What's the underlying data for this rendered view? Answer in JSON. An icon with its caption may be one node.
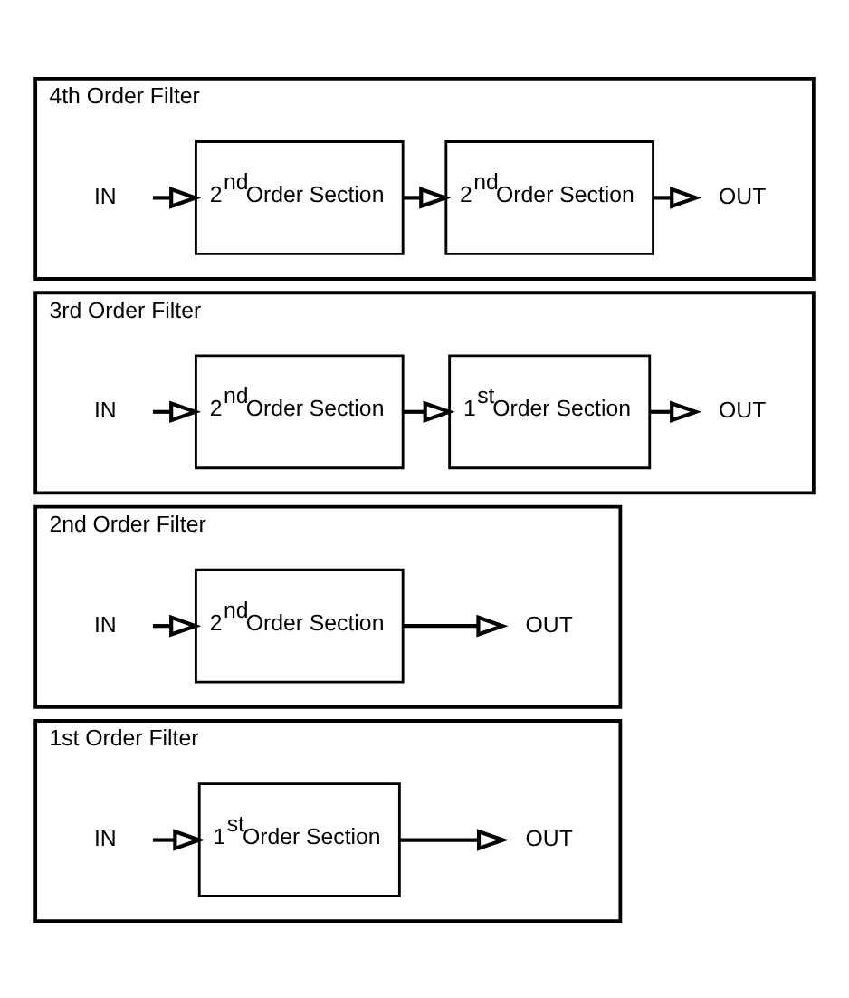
{
  "diagram": {
    "nodes": [
      {
        "text": [
          "1st Order Filter"
        ]
      },
      {
        "text": [
          "IN"
        ],
        "in": 0
      },
      {
        "text": [
          "1$^{st}$Order Section"
        ],
        "in": 0
      },
      {
        "text": [
          "OUT"
        ],
        "in": 0
      },
      {
        "text": [
          "2nd Order Filter"
        ]
      },
      {
        "text": [
          "IN"
        ],
        "in": 4
      },
      {
        "text": [
          "2$^{nd}$Order Section"
        ],
        "in": 4
      },
      {
        "text": [
          "OUT"
        ],
        "in": 4
      },
      {
        "text": [
          "3rd Order Filter"
        ]
      },
      {
        "text": [
          "IN"
        ],
        "in": 8
      },
      {
        "text": [
          "2$^{nd}$Order Section"
        ],
        "in": 8
      },
      {
        "text": [
          "1$^{st}$Order Section"
        ],
        "in": 8
      },
      {
        "text": [
          "OUT"
        ],
        "in": 8
      },
      {
        "text": [
          "4th Order Filter"
        ]
      },
      {
        "text": [
          "IN"
        ],
        "in": 13
      },
      {
        "text": [
          "2$^{nd}$Order Section"
        ],
        "in": 13
      },
      {
        "text": [
          "2$^{nd}$Order Section"
        ],
        "in": 13
      },
      {
        "text": [
          "OUT"
        ],
        "in": 13
      }
    ],
    "edges": [
      {
        "from": 1,
        "to": 2,
        "arrow": "to"
      },
      {
        "from": 2,
        "to": 3,
        "arrow": "to"
      },
      {
        "from": 5,
        "to": 6,
        "arrow": "to"
      },
      {
        "from": 6,
        "to": 7,
        "arrow": "to"
      },
      {
        "from": 9,
        "to": 10,
        "arrow": "to"
      },
      {
        "from": 10,
        "to": 11,
        "arrow": "to"
      },
      {
        "from": 11,
        "to": 12,
        "arrow": "to"
      },
      {
        "from": 14,
        "to": 15,
        "arrow": "to"
      },
      {
        "from": 15,
        "to": 16,
        "arrow": "to"
      },
      {
        "from": 16,
        "to": 17,
        "arrow": "to"
      }
    ]
  }
}
